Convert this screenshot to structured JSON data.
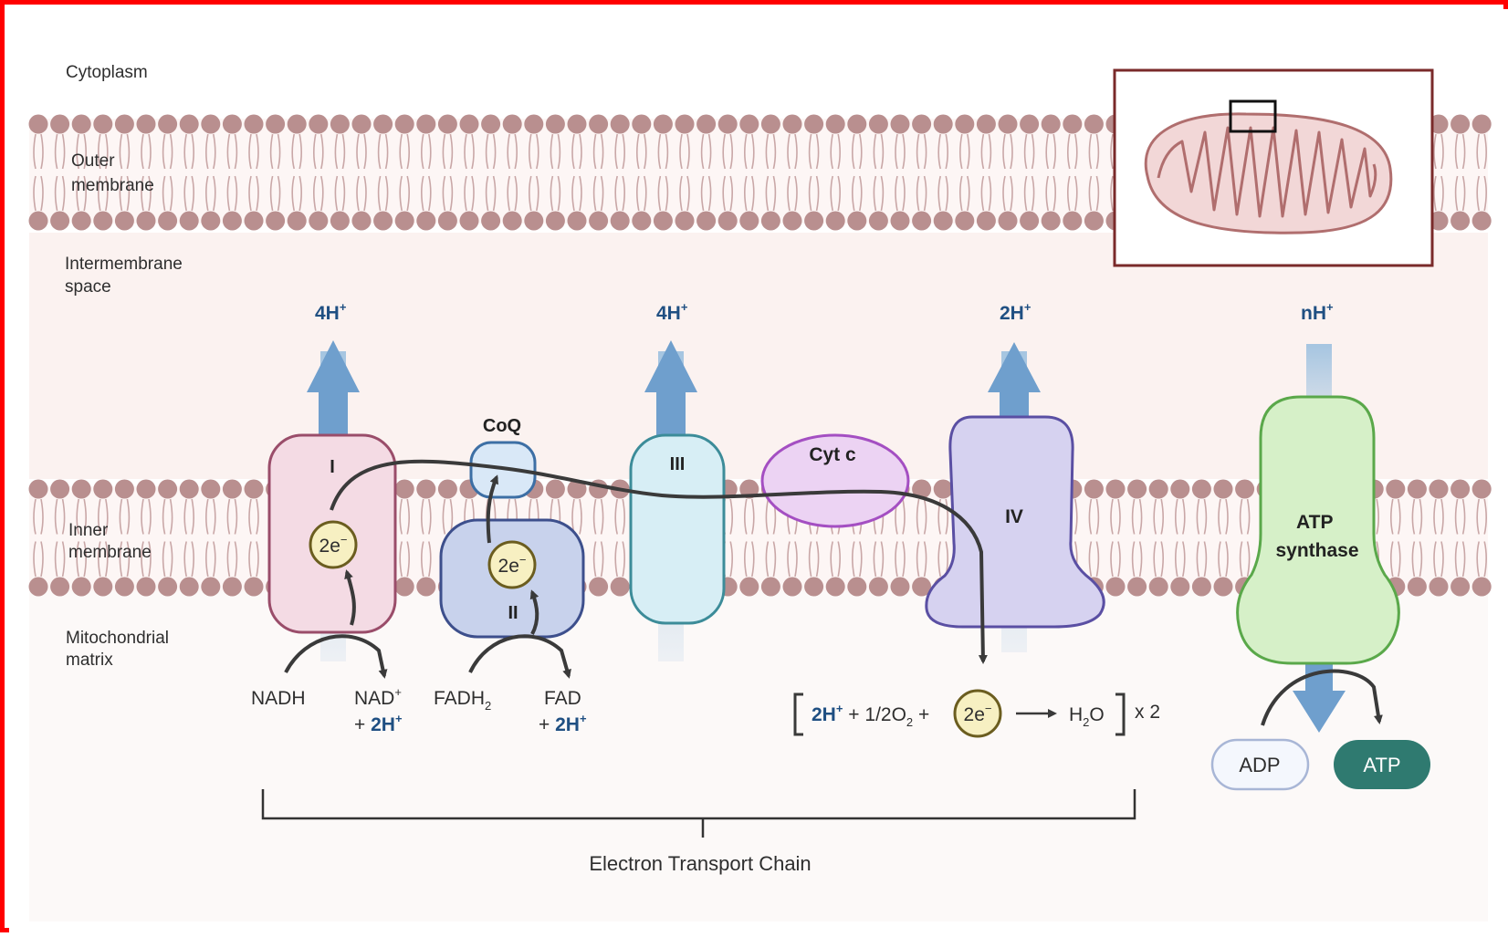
{
  "regions": {
    "cytoplasm": "Cytoplasm",
    "outer_membrane": [
      "Outer",
      "membrane"
    ],
    "intermembrane_space": [
      "Intermembrane",
      "space"
    ],
    "inner_membrane": [
      "Inner",
      "membrane"
    ],
    "matrix": [
      "Mitochondrial",
      "matrix"
    ]
  },
  "complexes": {
    "c1": "I",
    "c2": "II",
    "c3": "III",
    "c4": "IV",
    "coq": "CoQ",
    "cytc": "Cyt c",
    "atp_synthase": [
      "ATP",
      "synthase"
    ]
  },
  "proton_pumps": {
    "c1": {
      "count": "4H",
      "sup": "+"
    },
    "c3": {
      "count": "4H",
      "sup": "+"
    },
    "c4": {
      "count": "2H",
      "sup": "+"
    },
    "atp": {
      "count": "nH",
      "sup": "+"
    }
  },
  "electrons": {
    "label": "2e",
    "sup": "−"
  },
  "reactions": {
    "nadh": "NADH",
    "nad": {
      "base": "NAD",
      "sup": "+"
    },
    "nad_plus": "+ ",
    "nad_h": {
      "base": "2H",
      "sup": "+"
    },
    "fadh2": {
      "base": "FADH",
      "sub": "2"
    },
    "fad": "FAD",
    "fad_plus": "+ ",
    "fad_h": {
      "base": "2H",
      "sup": "+"
    },
    "water": {
      "h": {
        "base": "2H",
        "sup": "+"
      },
      "mid": " + 1/2O",
      "o_sub": "2",
      "plus": " +",
      "product": "H",
      "product_sub": "2",
      "product_end": "O",
      "times": "x 2"
    },
    "adp": "ADP",
    "atp": "ATP"
  },
  "chain_label": "Electron Transport Chain",
  "colors": {
    "lipid_head": "#b98f8f",
    "space_bg": "#fbf2f0",
    "arrow_blue": "#6f9fcd",
    "complex1": "#f4dbe4",
    "complex2": "#c8d2ec",
    "complex3": "#d7eef5",
    "cytc": "#ecd3f3",
    "complex4": "#d6d2f0",
    "atp_synthase": "#d6f0c8",
    "atp_pill": "#2f7a70"
  }
}
